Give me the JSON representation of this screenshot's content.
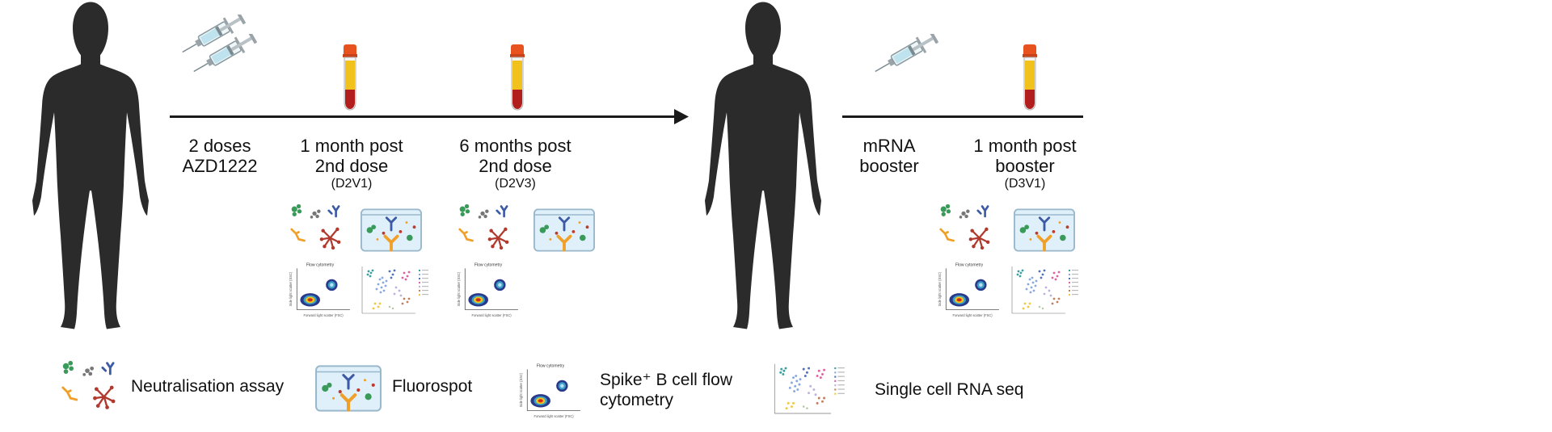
{
  "timepoints": {
    "primary_vaccination": {
      "line1": "2 doses",
      "line2": "AZD1222"
    },
    "d2v1": {
      "line1": "1 month post",
      "line2": "2nd dose",
      "code": "(D2V1)"
    },
    "d2v3": {
      "line1": "6 months post",
      "line2": "2nd dose",
      "code": "(D2V3)"
    },
    "booster": {
      "line1": "mRNA",
      "line2": "booster"
    },
    "d3v1": {
      "line1": "1 month post",
      "line2": "booster",
      "code": "(D3V1)"
    }
  },
  "legend": {
    "neutralisation": "Neutralisation assay",
    "fluorospot": "Fluorospot",
    "flow_line1": "Spike⁺ B cell flow",
    "flow_line2": "cytometry",
    "scrna": "Single cell RNA seq"
  },
  "mini_plot": {
    "flow_title": "Flow cytometry",
    "flow_xlabel": "Forward light scatter (FSC)",
    "flow_ylabel": "Side light scatter (SSC)"
  },
  "colors": {
    "person": "#2b2b2b",
    "tube_cap": "#e8521e",
    "tube_fill": "#f0c21b",
    "tube_blood": "#b21d1d",
    "syringe_liquid": "#bfe3ee",
    "well_fill": "#dff0fa",
    "antibody_blue": "#3c5aa6",
    "antibody_orange": "#f0a028"
  },
  "icons": {
    "person": "person-silhouette-icon",
    "syringe": "syringe-icon",
    "blood_tube": "blood-tube-icon",
    "neutralisation": "neutralisation-assay-icon",
    "fluorospot": "fluorospot-well-icon",
    "flow": "flow-cytometry-plot-icon",
    "scrna": "tsne-cluster-plot-icon"
  }
}
